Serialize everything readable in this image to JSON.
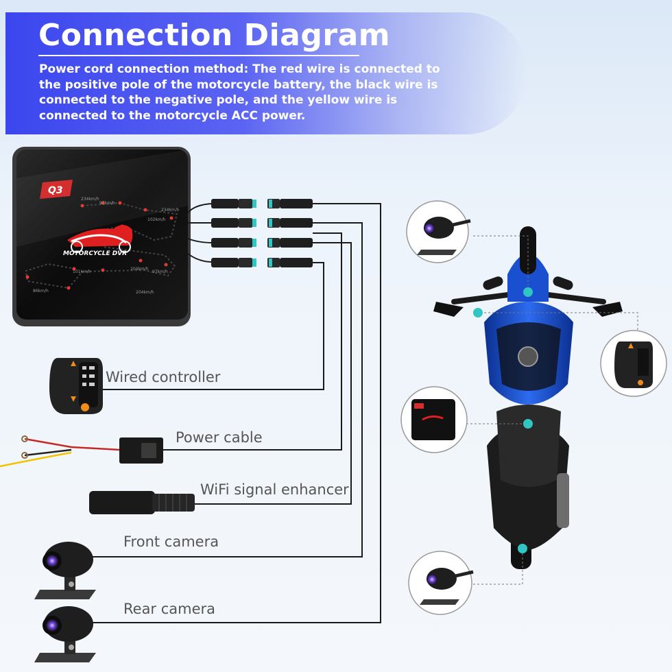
{
  "header": {
    "title": "Connection Diagram",
    "description": "Power cord connection method: The red wire is connected to the positive pole of the motorcycle battery, the black wire is connected to the negative pole, and the yellow wire is connected to the motorcycle ACC power."
  },
  "dvr_unit": {
    "model": "Q3",
    "logo_text": "MOTORCYCLE DVR",
    "track_labels": [
      "234km/h",
      "97km/h",
      "234km/h",
      "102km/h",
      "101km/h",
      "204km/h",
      "97km/h",
      "86km/h",
      "204km/h"
    ]
  },
  "components": {
    "wired_controller": "Wired controller",
    "power_cable": "Power cable",
    "wifi_enhancer": "WiFi signal enhancer",
    "front_camera": "Front camera",
    "rear_camera": "Rear camera"
  },
  "colors": {
    "banner_blue": "#3b46ee",
    "connector_cyan": "#2fc6c3",
    "wire": "#1a1a1a",
    "bike_blue": "#1a4fd0"
  }
}
